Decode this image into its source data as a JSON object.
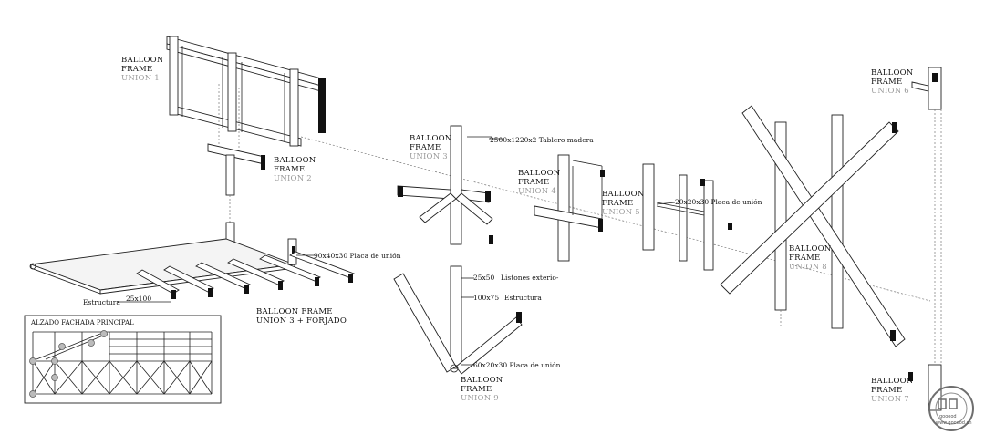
{
  "labels": {
    "union1": {
      "line1": "BALLOON",
      "line2": "FRAME",
      "line3": "UNION 1"
    },
    "union2": {
      "line1": "BALLOON",
      "line2": "FRAME",
      "line3": "UNION 2"
    },
    "union3": {
      "line1": "BALLOON",
      "line2": "FRAME",
      "line3": "UNION 3"
    },
    "union4": {
      "line1": "BALLOON",
      "line2": "FRAME",
      "line3": "UNION 4"
    },
    "union5": {
      "line1": "BALLOON",
      "line2": "FRAME",
      "line3": "UNION 5"
    },
    "union6": {
      "line1": "BALLOON",
      "line2": "FRAME",
      "line3": "UNION 6"
    },
    "union7": {
      "line1": "BALLOON",
      "line2": "FRAME",
      "line3": "UNION 7"
    },
    "union8": {
      "line1": "BALLOON",
      "line2": "FRAME",
      "line3": "UNION 8"
    },
    "union9": {
      "line1": "BALLOON",
      "line2": "FRAME",
      "line3": "UNION 9"
    },
    "forjado": {
      "line1": "BALLOON FRAME",
      "line2": "UNION 3 + FORJADO"
    }
  },
  "annotations": {
    "tablero": "2500x1220x2 Tablero madera",
    "placa_90": "90x40x30 Placa de unión",
    "estructura_25": "Estructura",
    "dim_25x100": "25x100",
    "placa_20": "20x20x30 Placa de unión",
    "listones_dim": "25x50",
    "listones": "Listones exterio-",
    "estructura_100_dim": "100x75",
    "estructura_100": "Estructura",
    "placa_60": "60x20x30 Placa de unión"
  },
  "elevation": {
    "title": "ALZADO FACHADA PRINCIPAL"
  },
  "watermark": {
    "text": "gooood",
    "sub": "www.gooood.cn"
  }
}
